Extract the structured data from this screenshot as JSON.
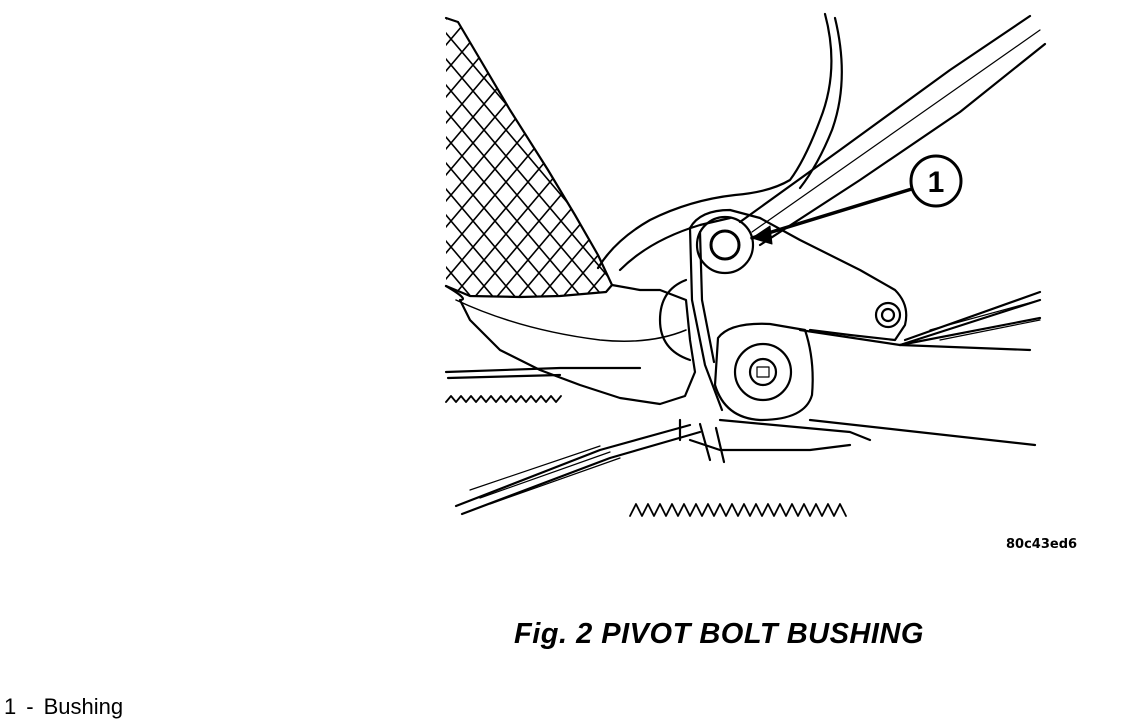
{
  "figure": {
    "callout_number": "1",
    "code": "80c43ed6",
    "caption": "Fig. 2 PIVOT BOLT BUSHING"
  },
  "legend": {
    "items": [
      {
        "number": "1",
        "separator": "-",
        "label": "Bushing"
      }
    ]
  }
}
